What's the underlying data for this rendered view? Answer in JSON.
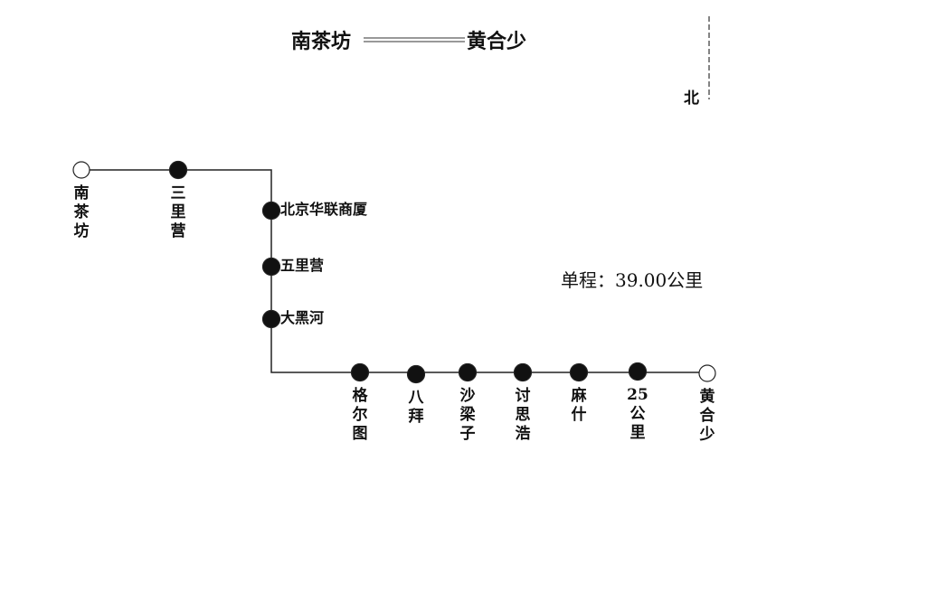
{
  "header": {
    "from": "南茶坊",
    "to": "黄合少",
    "arrow": "⇐=====⇒"
  },
  "compass": {
    "label": "北"
  },
  "distance": {
    "label": "单程：39.00公里"
  },
  "route": {
    "stations": [
      {
        "name": "南茶坊",
        "terminal": true
      },
      {
        "name": "三里营",
        "terminal": false
      },
      {
        "name": "北京华联商厦",
        "terminal": false
      },
      {
        "name": "五里营",
        "terminal": false
      },
      {
        "name": "大黑河",
        "terminal": false
      },
      {
        "name": "格尔图",
        "terminal": false
      },
      {
        "name": "八拜",
        "terminal": false
      },
      {
        "name": "沙梁子",
        "terminal": false
      },
      {
        "name": "讨思浩",
        "terminal": false
      },
      {
        "name": "麻什",
        "terminal": false
      },
      {
        "name": "25公里",
        "terminal": false
      },
      {
        "name": "黄合少",
        "terminal": true
      }
    ]
  }
}
